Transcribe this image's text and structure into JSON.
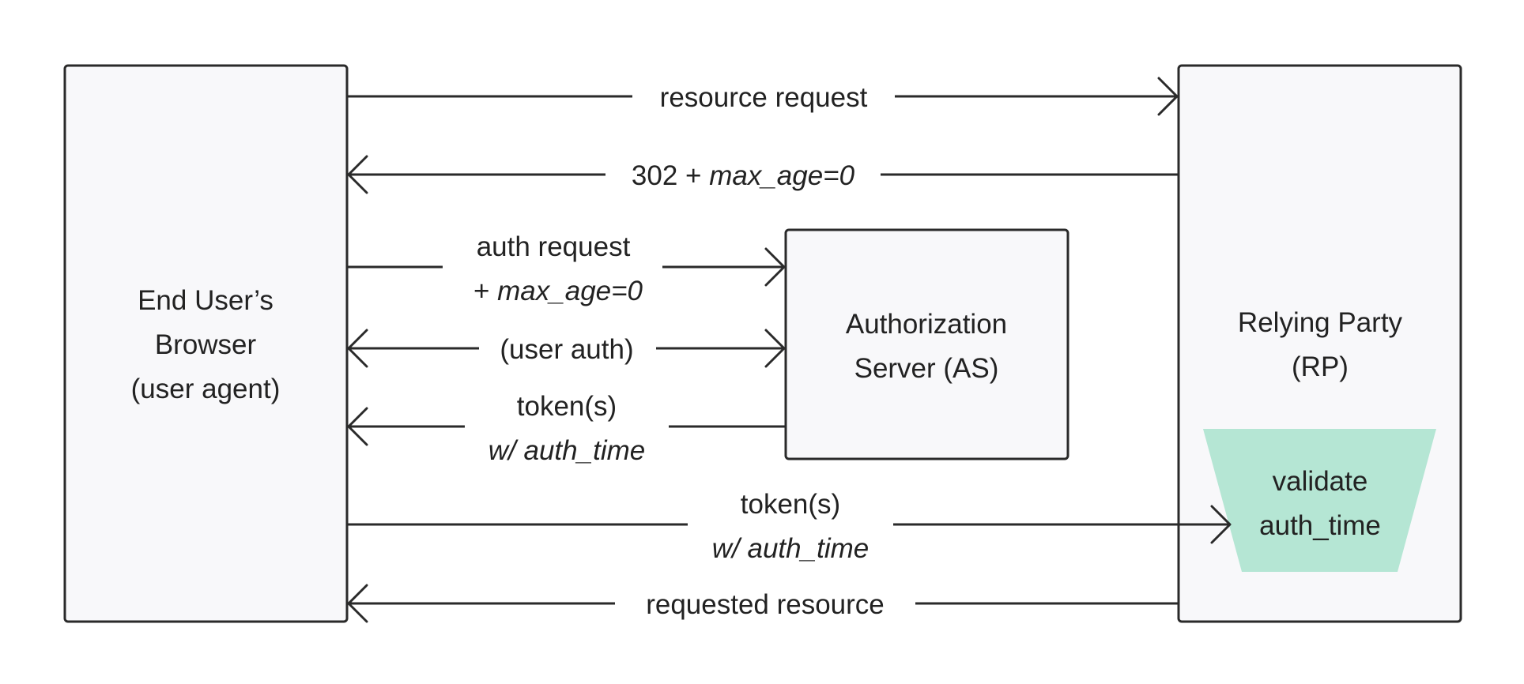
{
  "colors": {
    "box_fill": "#f8f8fa",
    "stroke": "#2a2a2a",
    "validate_fill": "#b5e6d4",
    "text": "#222222"
  },
  "nodes": {
    "browser": {
      "line1": "End User’s",
      "line2": "Browser",
      "line3": "(user agent)"
    },
    "as": {
      "line1": "Authorization",
      "line2": "Server (AS)"
    },
    "rp": {
      "line1": "Relying Party",
      "line2": "(RP)"
    },
    "validate": {
      "line1": "validate",
      "line2": "auth_time"
    }
  },
  "arrows": {
    "resource_request": {
      "text": "resource request"
    },
    "redirect": {
      "prefix": "302 + ",
      "param": "max_age=0"
    },
    "auth_request": {
      "line1": "auth request",
      "prefix": "+ ",
      "param": "max_age=0"
    },
    "user_auth": {
      "text": "(user auth)"
    },
    "tokens_from_as": {
      "line1": "token(s)",
      "line2": "w/ auth_time"
    },
    "tokens_to_rp": {
      "line1": "token(s)",
      "line2": "w/ auth_time"
    },
    "requested_resource": {
      "text": "requested resource"
    }
  }
}
